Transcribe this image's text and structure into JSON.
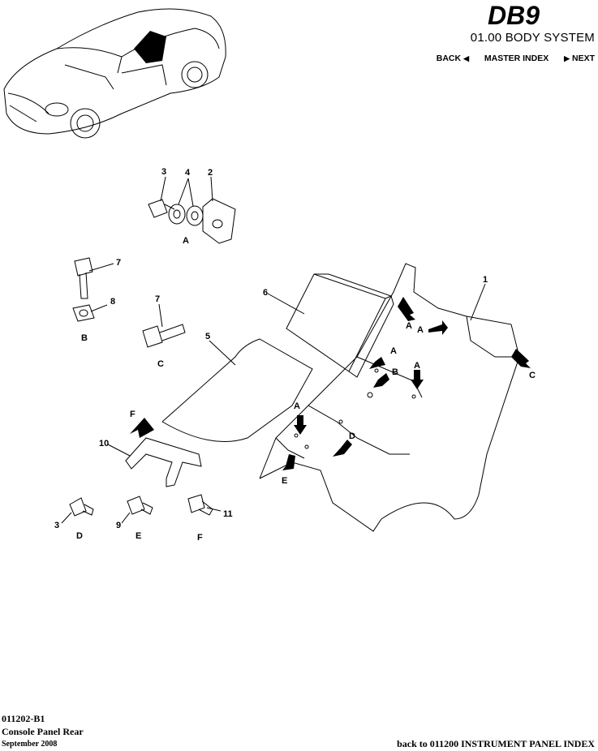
{
  "header": {
    "logo_text": "DB9",
    "system_title": "01.00 BODY SYSTEM",
    "nav": {
      "back": "BACK",
      "master_index": "MASTER INDEX",
      "next": "NEXT"
    }
  },
  "diagram": {
    "callouts": {
      "c1": "1",
      "c2": "2",
      "c3a": "3",
      "c3b": "3",
      "c4": "4",
      "c5": "5",
      "c6": "6",
      "c7a": "7",
      "c7b": "7",
      "c8": "8",
      "c9": "9",
      "c10": "10",
      "c11": "11"
    },
    "letters": {
      "a_top": "A",
      "b_nut": "B",
      "c_bolt": "C",
      "d_screw": "D",
      "e_screw": "E",
      "f_screw": "F",
      "f_bracket": "F",
      "a1": "A",
      "a2": "A",
      "a3": "A",
      "a4": "A",
      "a5": "A",
      "b_panel": "B",
      "c_panel": "C",
      "d_panel": "D",
      "e_panel": "E"
    }
  },
  "footer": {
    "code": "011202-B1",
    "title": "Console Panel Rear",
    "date": "September 2008",
    "back_link": "back to 011200 INSTRUMENT PANEL INDEX"
  }
}
